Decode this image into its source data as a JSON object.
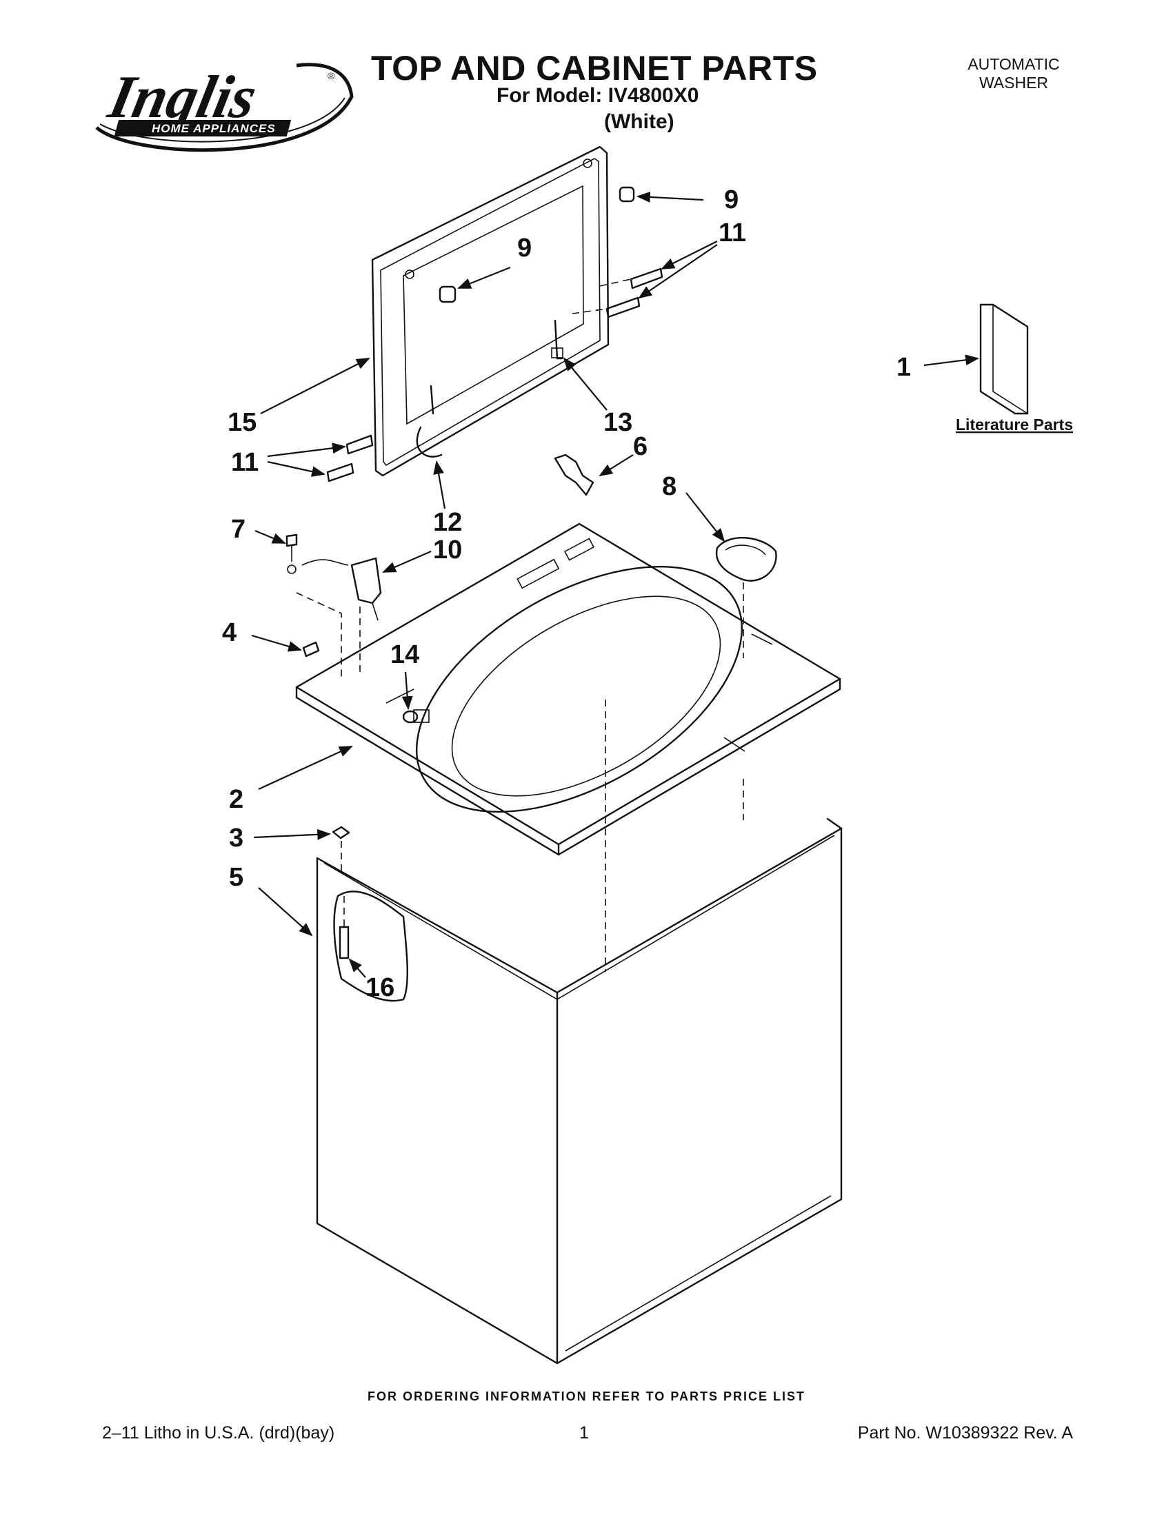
{
  "brand": {
    "name": "Inglis",
    "tagline": "HOME APPLIANCES",
    "mark": "®"
  },
  "header": {
    "title": "TOP AND CABINET PARTS",
    "model_line": "For Model: IV4800X0",
    "color_line": "(White)",
    "doc_type_line1": "AUTOMATIC",
    "doc_type_line2": "WASHER"
  },
  "diagram": {
    "literature_label": "Literature Parts",
    "callouts": {
      "c1": "1",
      "c2": "2",
      "c3": "3",
      "c4": "4",
      "c5": "5",
      "c6": "6",
      "c7": "7",
      "c8": "8",
      "c9a": "9",
      "c9b": "9",
      "c10": "10",
      "c11a": "11",
      "c11b": "11",
      "c12": "12",
      "c13": "13",
      "c14": "14",
      "c15": "15",
      "c16": "16"
    }
  },
  "footer": {
    "ordering_note": "FOR ORDERING INFORMATION REFER TO PARTS PRICE LIST",
    "litho": "2–11 Litho in U.S.A. (drd)(bay)",
    "page_number": "1",
    "part_number": "Part No. W10389322 Rev. A"
  },
  "colors": {
    "ink": "#111111",
    "paper": "#ffffff"
  }
}
